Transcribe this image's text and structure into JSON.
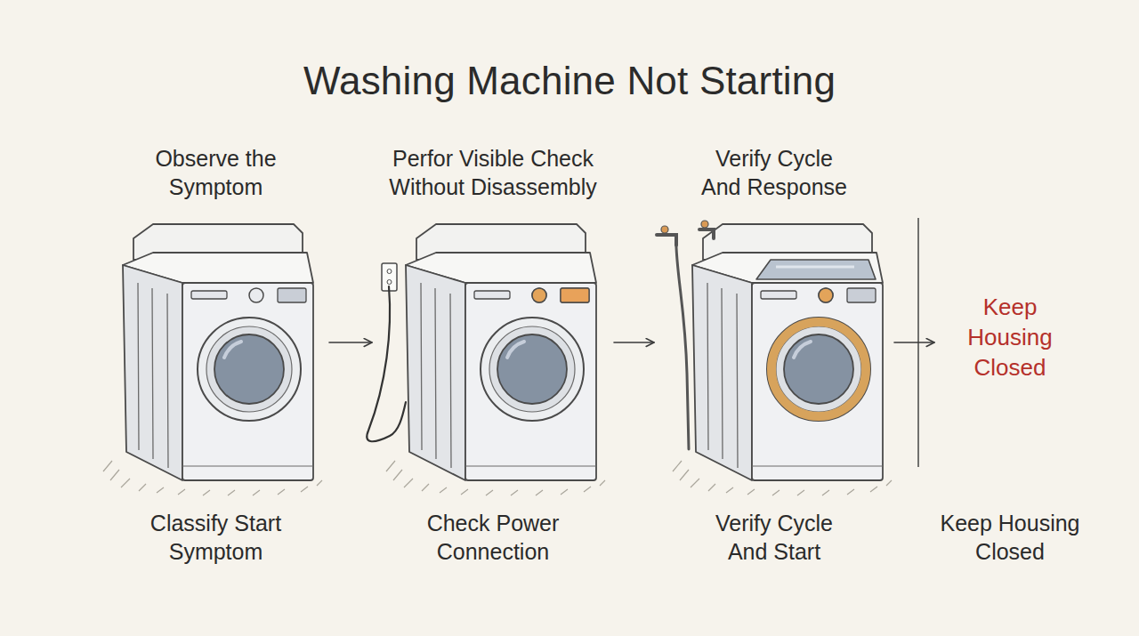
{
  "diagram": {
    "title": "Washing Machine Not Starting",
    "nodes": [
      {
        "text": [
          "Observe the Symptom",
          "Classify Start Symptom"
        ]
      },
      {
        "text": [
          "Perfor Visible Check Without Disassembly",
          "Check Power Connection"
        ]
      },
      {
        "text": [
          "Verify Cycle And Response",
          "Verify Cycle And Start"
        ]
      },
      {
        "text": [
          "Keep Housing Closed",
          "Keep Housing Closed"
        ]
      }
    ],
    "edges": [
      {
        "from": 0,
        "to": 1,
        "arrow": "to"
      },
      {
        "from": 1,
        "to": 2,
        "arrow": "to"
      },
      {
        "from": 2,
        "to": 3,
        "arrow": "to"
      }
    ]
  }
}
